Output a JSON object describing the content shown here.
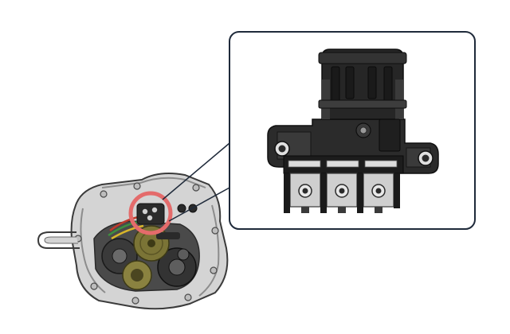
{
  "illustration": {
    "main_part": "transmission-housing-illustration",
    "highlight": "connector-location-circle",
    "detail": "connector-terminal-block-closeup"
  },
  "colors": {
    "background": "#ffffff",
    "callout_border": "#1f2a3a",
    "highlight_ring": "#e46b6b",
    "housing_light": "#d4d4d4",
    "housing_mid": "#a9a9a9",
    "housing_dark": "#5c5c5c",
    "connector_body": "#2b2b2b",
    "connector_dark": "#121212",
    "terminal_metal": "#c9c9c9",
    "gear_olive": "#7b7436",
    "wire_red": "#c0392b",
    "wire_green": "#3f8f3f",
    "wire_yellow": "#d8b52a"
  }
}
